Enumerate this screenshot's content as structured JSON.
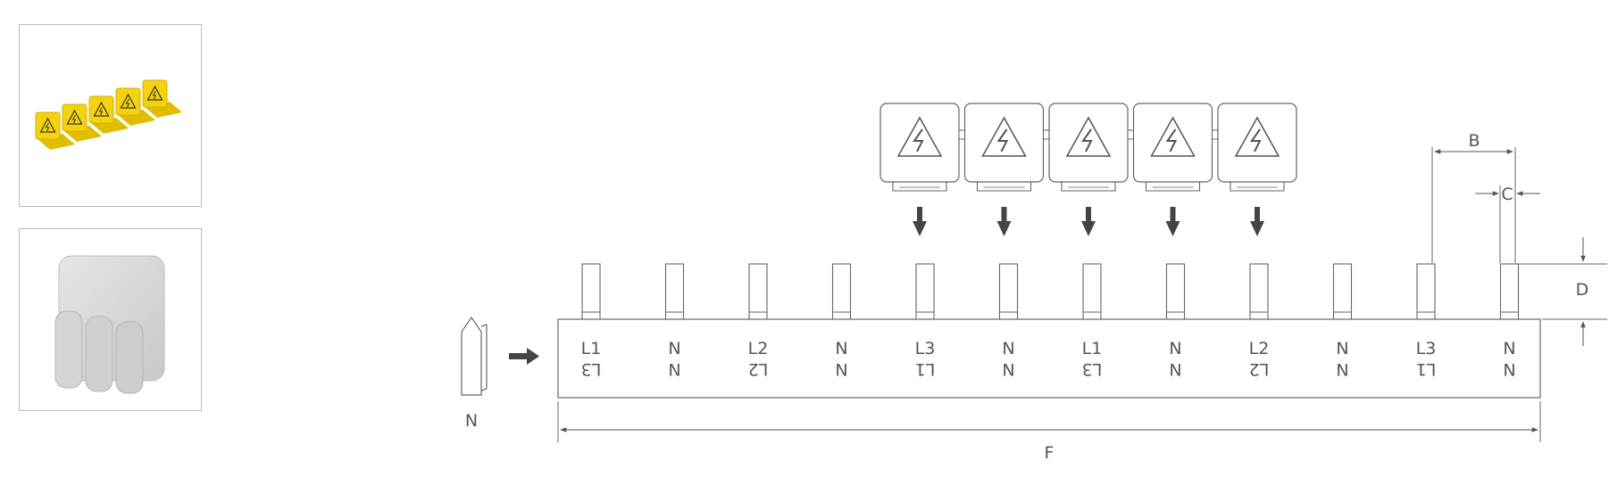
{
  "dimension_labels": {
    "b": "B",
    "c": "C",
    "d": "D",
    "f": "F"
  },
  "end_cap_label": "N",
  "bar_terminals": [
    {
      "top": "L1",
      "bottom": "L3"
    },
    {
      "top": "N",
      "bottom": "N"
    },
    {
      "top": "L2",
      "bottom": "L2"
    },
    {
      "top": "N",
      "bottom": "N"
    },
    {
      "top": "L3",
      "bottom": "L1"
    },
    {
      "top": "N",
      "bottom": "N"
    },
    {
      "top": "L1",
      "bottom": "L3"
    },
    {
      "top": "N",
      "bottom": "N"
    },
    {
      "top": "L2",
      "bottom": "L2"
    },
    {
      "top": "N",
      "bottom": "N"
    },
    {
      "top": "L3",
      "bottom": "L1"
    },
    {
      "top": "N",
      "bottom": "N"
    }
  ],
  "covers": [
    "high-voltage-warning",
    "high-voltage-warning",
    "high-voltage-warning",
    "high-voltage-warning",
    "high-voltage-warning"
  ],
  "colors": {
    "cover_yellow": "#f4d20f",
    "line": "#4a4a4a",
    "cap_grey": "#d9d9d9"
  }
}
